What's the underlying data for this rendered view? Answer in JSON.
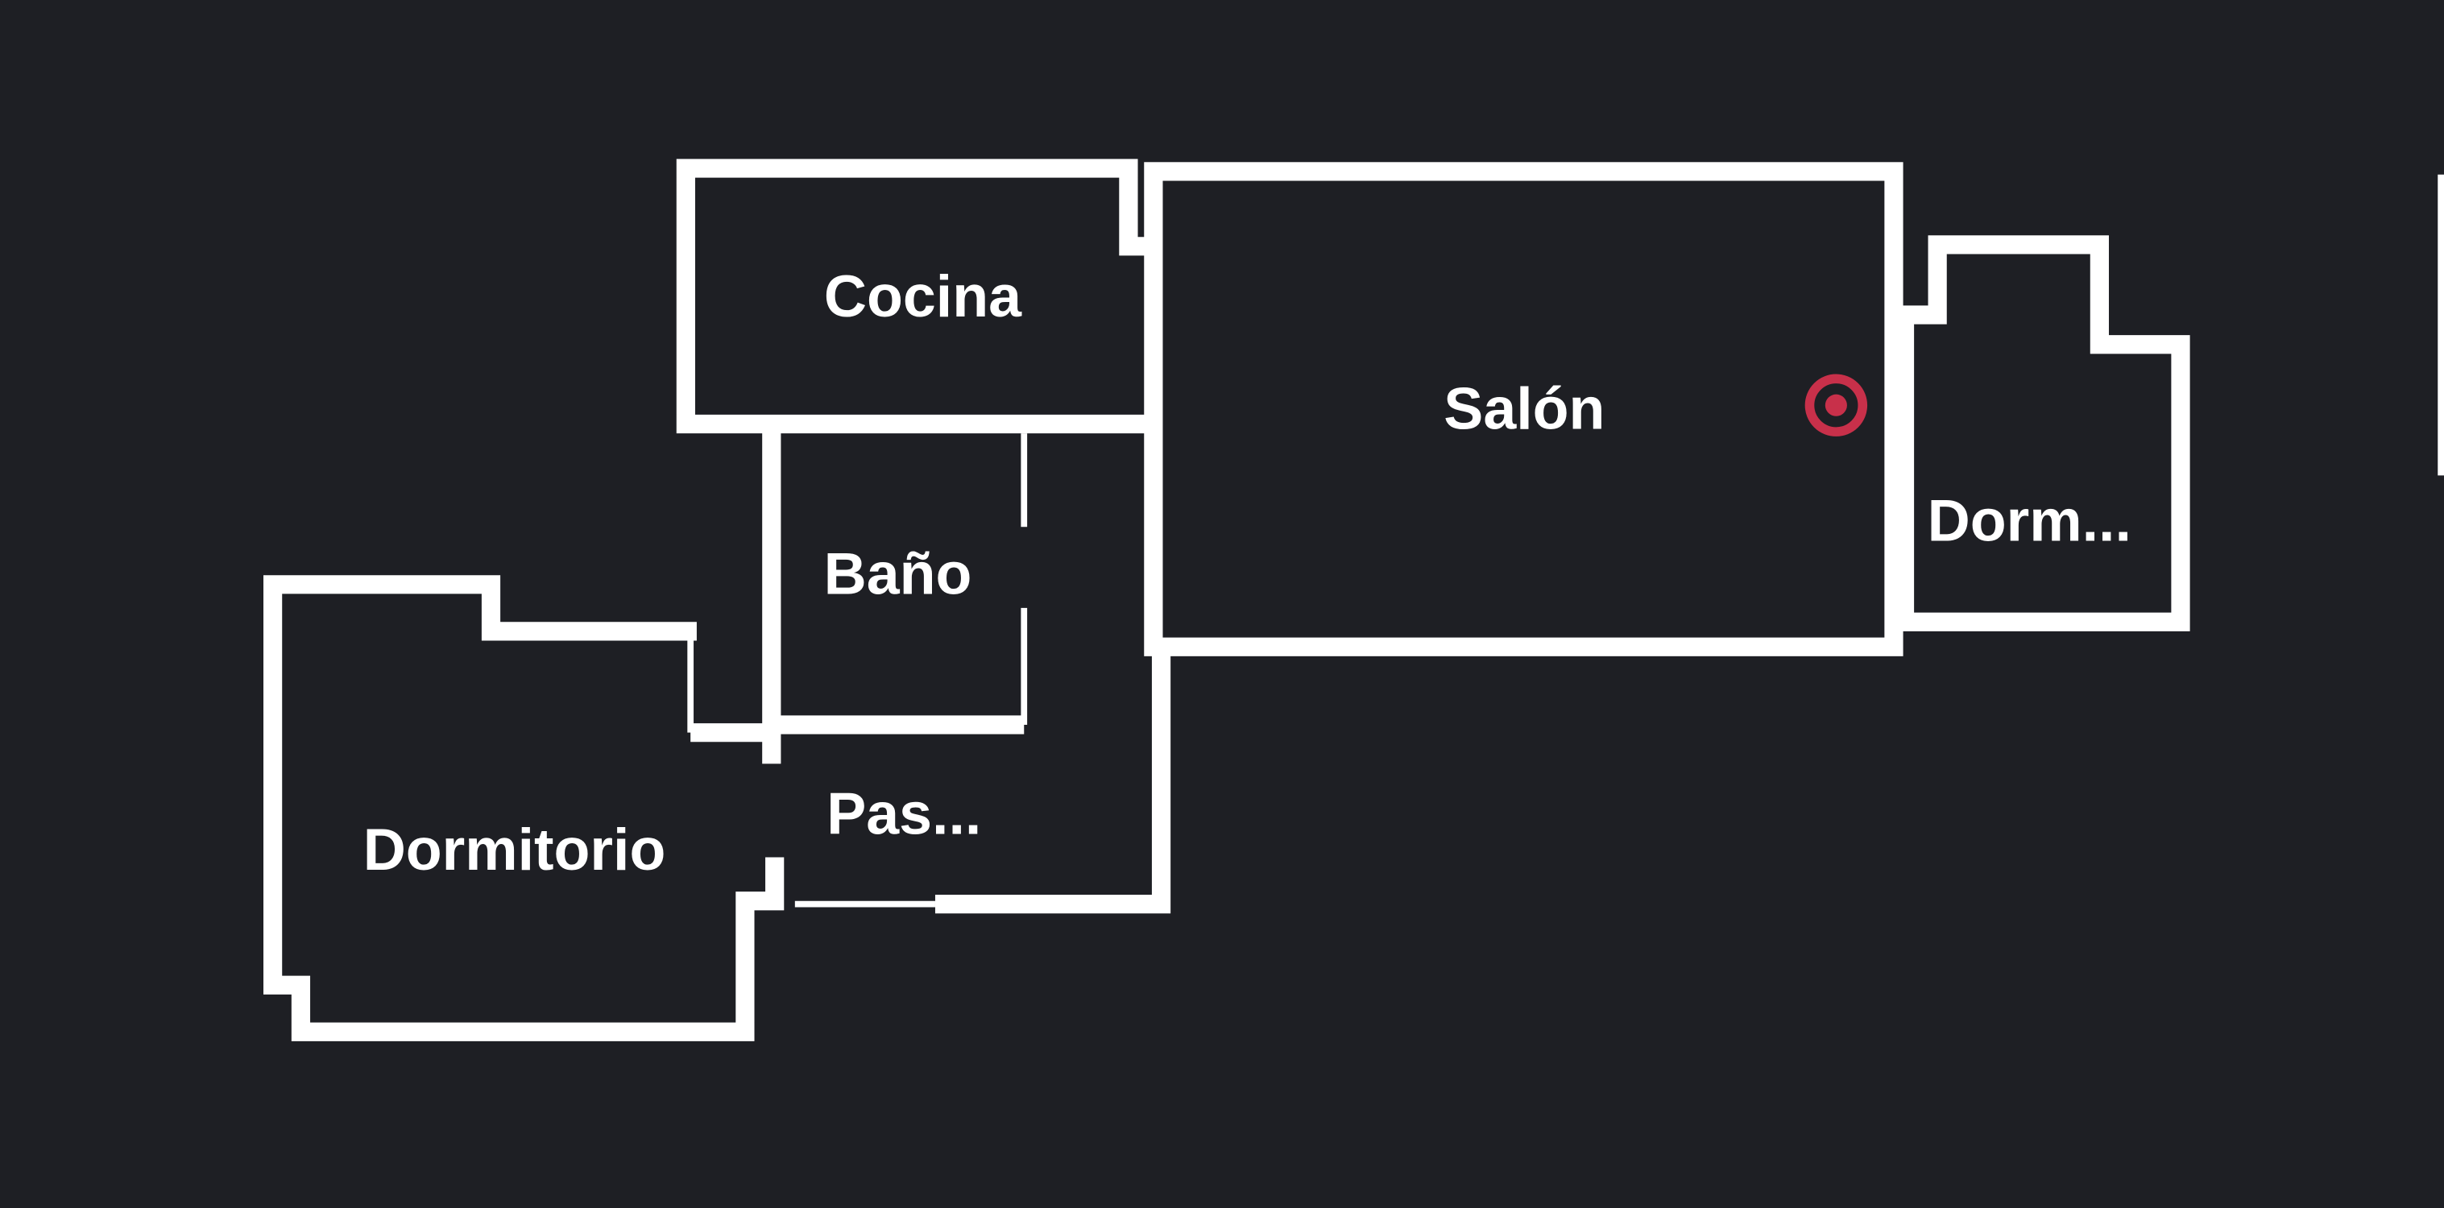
{
  "floor_plan": {
    "rooms": [
      {
        "id": "cocina",
        "label": "Cocina"
      },
      {
        "id": "salon",
        "label": "Salón"
      },
      {
        "id": "dormitorio-2",
        "label": "Dorm..."
      },
      {
        "id": "bano",
        "label": "Baño"
      },
      {
        "id": "pasillo",
        "label": "Pas..."
      },
      {
        "id": "dormitorio-1",
        "label": "Dormitorio"
      }
    ],
    "marker": {
      "icon": "location-target-icon",
      "color": "#c8304a"
    },
    "colors": {
      "background": "#1e1f24",
      "walls": "#ffffff"
    }
  }
}
